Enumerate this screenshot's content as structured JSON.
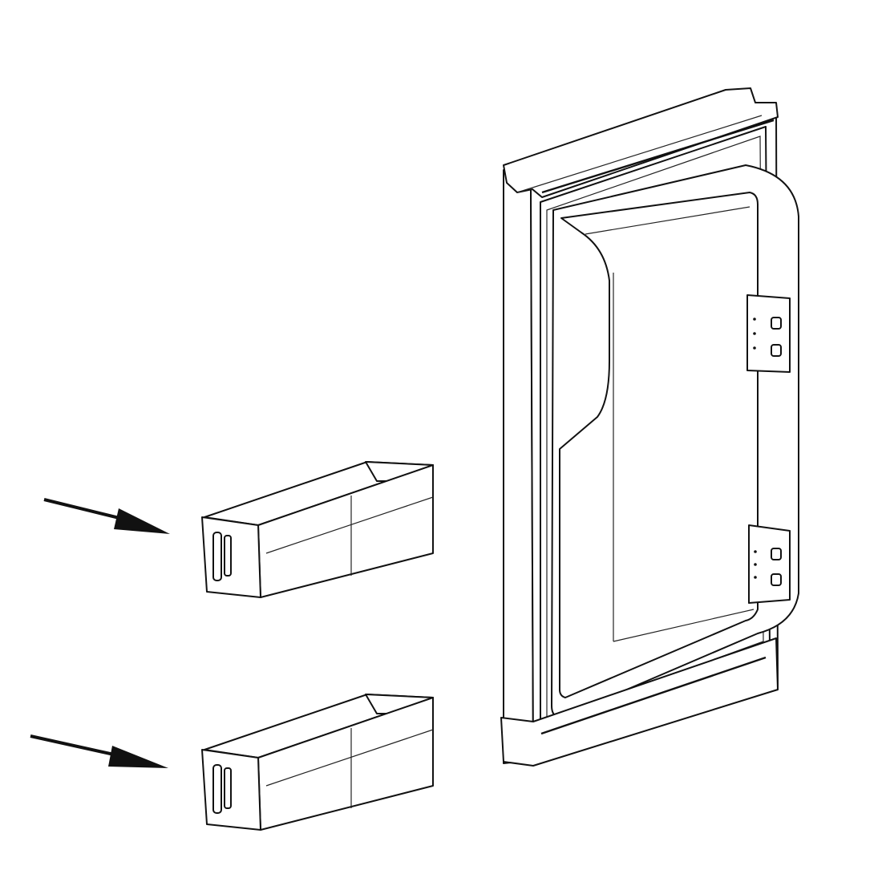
{
  "diagram": {
    "style": "black line drawing on white",
    "colors": {
      "line": "#111111",
      "background": "#ffffff"
    },
    "parts": [
      {
        "id": "refrigerator-door"
      },
      {
        "id": "door-bin-upper",
        "highlighted_by_arrow": true
      },
      {
        "id": "door-bin-lower",
        "highlighted_by_arrow": true
      }
    ]
  }
}
